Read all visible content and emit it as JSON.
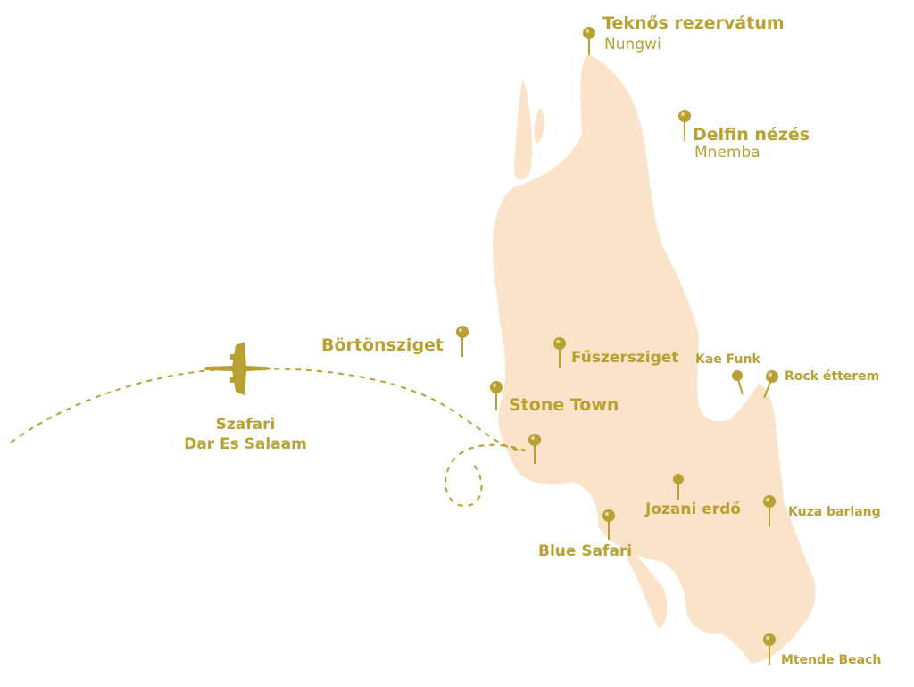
{
  "colors": {
    "island": "#fbe3c9",
    "accent": "#b8a033",
    "route": "#b8a033",
    "background": "#ffffff"
  },
  "icons": {
    "plane": "airplane-icon",
    "pin": "map-pin-icon"
  },
  "places": {
    "turtle": {
      "title": "Teknős rezervátum",
      "sub": "Nungwi"
    },
    "dolphin": {
      "title": "Delfin nézés",
      "sub": "Mnemba"
    },
    "prison": {
      "title": "Börtönsziget"
    },
    "spice": {
      "title": "Fűszersziget"
    },
    "kae": {
      "title": "Kae Funk"
    },
    "rock": {
      "title": "Rock étterem"
    },
    "stonetown": {
      "title": "Stone Town"
    },
    "jozani": {
      "title": "Jozani erdő"
    },
    "kuza": {
      "title": "Kuza barlang"
    },
    "bluesafari": {
      "title": "Blue Safari"
    },
    "mtende": {
      "title": "Mtende Beach"
    }
  },
  "safari": {
    "line1": "Szafari",
    "line2": "Dar Es Salaam"
  }
}
